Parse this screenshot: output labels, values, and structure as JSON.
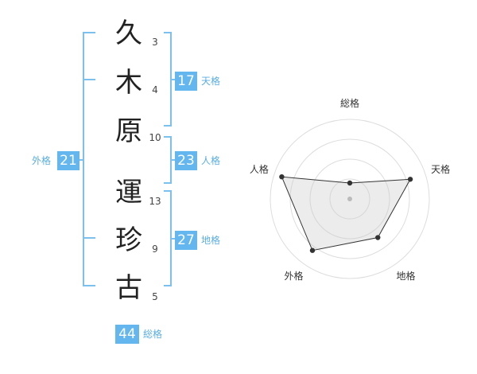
{
  "characters": [
    {
      "char": "久",
      "strokes": "3"
    },
    {
      "char": "木",
      "strokes": "4"
    },
    {
      "char": "原",
      "strokes": "10"
    },
    {
      "char": "運",
      "strokes": "13"
    },
    {
      "char": "珍",
      "strokes": "9"
    },
    {
      "char": "古",
      "strokes": "5"
    }
  ],
  "kakusu": {
    "tenkaku": {
      "value": "17",
      "label": "天格"
    },
    "jinkaku": {
      "value": "23",
      "label": "人格"
    },
    "chikaku": {
      "value": "27",
      "label": "地格"
    },
    "gaikaku": {
      "value": "21",
      "label": "外格"
    },
    "soukaku": {
      "value": "44",
      "label": "総格"
    }
  },
  "colors": {
    "accent": "#64b6ee",
    "bracket": "#7cc1ee"
  },
  "chart_data": {
    "type": "radar",
    "axes": [
      "総格",
      "天格",
      "地格",
      "外格",
      "人格"
    ],
    "values": [
      0.2,
      0.8,
      0.6,
      0.8,
      0.9
    ],
    "rings": 4,
    "range": [
      0,
      1
    ]
  }
}
